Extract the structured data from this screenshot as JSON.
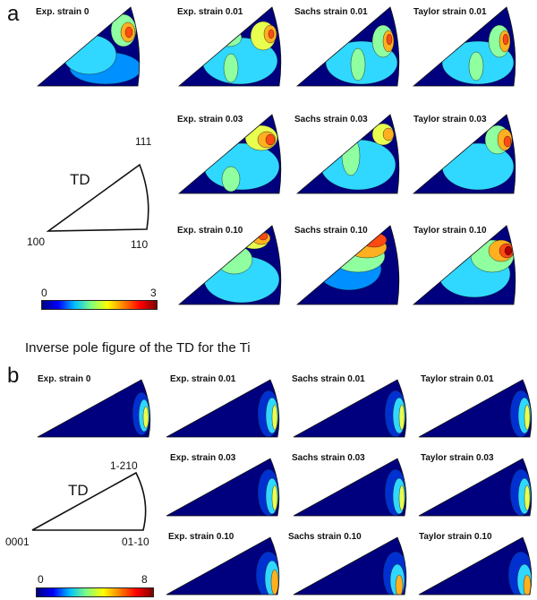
{
  "panels": [
    {
      "letter": "a",
      "plots": [
        {
          "label": "Exp. strain 0"
        },
        {
          "label": "Exp. strain 0.01"
        },
        {
          "label": "Sachs strain 0.01"
        },
        {
          "label": "Taylor strain 0.01"
        },
        {
          "label": "Exp. strain 0.03"
        },
        {
          "label": "Sachs strain 0.03"
        },
        {
          "label": "Taylor strain 0.03"
        },
        {
          "label": "Exp. strain 0.10"
        },
        {
          "label": "Sachs strain 0.10"
        },
        {
          "label": "Taylor strain 0.10"
        }
      ],
      "key": {
        "axis_label": "TD",
        "corner_top": "111",
        "corner_left": "100",
        "corner_right": "110"
      },
      "colorbar": {
        "min": "0",
        "max": "3"
      }
    },
    {
      "letter": "b",
      "title": "Inverse pole figure of the TD for the Ti",
      "plots": [
        {
          "label": "Exp. strain 0"
        },
        {
          "label": "Exp. strain 0.01"
        },
        {
          "label": "Sachs strain 0.01"
        },
        {
          "label": "Taylor strain 0.01"
        },
        {
          "label": "Exp. strain 0.03"
        },
        {
          "label": "Sachs strain 0.03"
        },
        {
          "label": "Taylor strain 0.03"
        },
        {
          "label": "Exp. strain 0.10"
        },
        {
          "label": "Sachs strain 0.10"
        },
        {
          "label": "Taylor strain 0.10"
        }
      ],
      "key": {
        "axis_label": "TD",
        "corner_top": "1-210",
        "corner_left": "0001",
        "corner_right": "01-10"
      },
      "colorbar": {
        "min": "0",
        "max": "8"
      }
    }
  ],
  "colors": {
    "map_low": "#00007f",
    "map_mid": "#2fd4c8",
    "map_high": "#ff1a00",
    "colorbar_stops": [
      "#00007f",
      "#0000ff",
      "#00bfff",
      "#7fff7f",
      "#ffff00",
      "#ff7f00",
      "#ff0000",
      "#7f0000"
    ]
  }
}
